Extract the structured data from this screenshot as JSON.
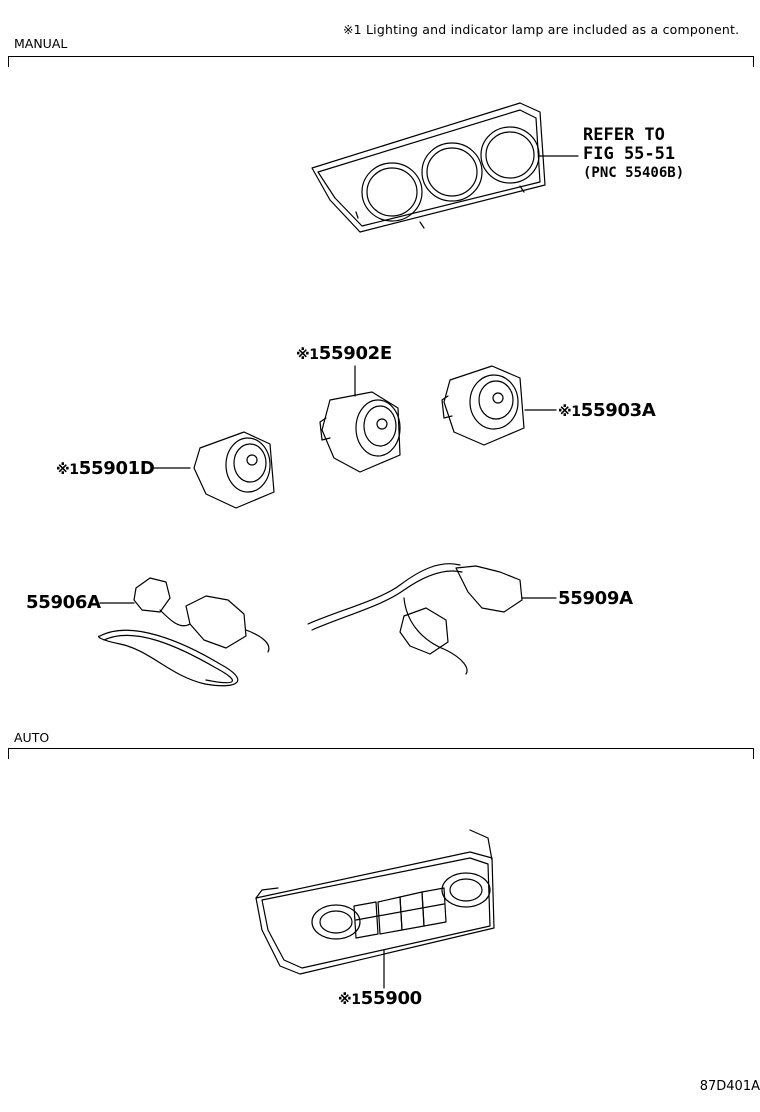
{
  "note": "※1 Lighting and indicator lamp are included as a component.",
  "sections": {
    "manual": "MANUAL",
    "auto": "AUTO"
  },
  "refer": {
    "line1": "REFER TO",
    "line2": "FIG 55-51",
    "line3": "(PNC 55406B)"
  },
  "parts": {
    "p55902E": {
      "mark": "※1",
      "num": "55902E"
    },
    "p55903A": {
      "mark": "※1",
      "num": "55903A"
    },
    "p55901D": {
      "mark": "※1",
      "num": "55901D"
    },
    "p55906A": {
      "mark": "",
      "num": "55906A"
    },
    "p55909A": {
      "mark": "",
      "num": "55909A"
    },
    "p55900": {
      "mark": "※1",
      "num": "55900"
    }
  },
  "diagram_code": "87D401A"
}
